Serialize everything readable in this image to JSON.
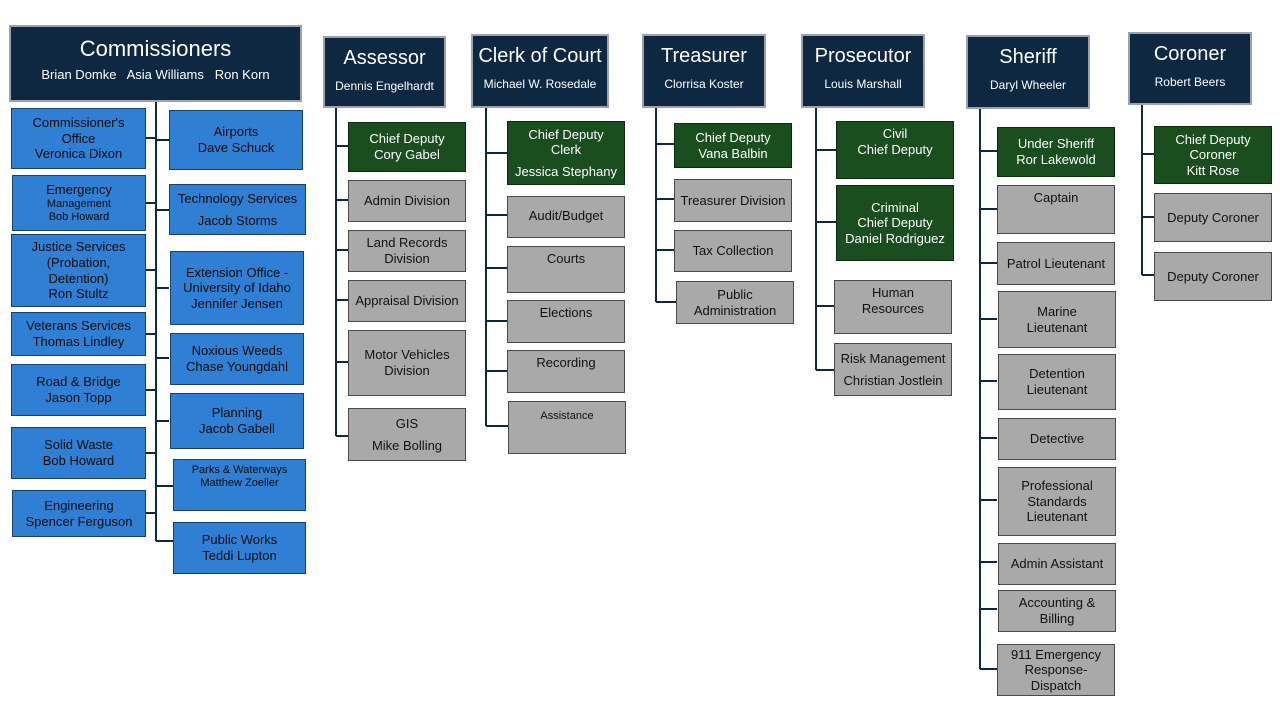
{
  "colors": {
    "header_fill": "#0e2841",
    "blue_fill": "#2f7fd4",
    "green_fill": "#1b4e1f",
    "gray_fill": "#a9a9a9",
    "connector": "#0e2841"
  },
  "commissioners": {
    "title": "Commissioners",
    "members": "Brian Domke   Asia Williams   Ron Korn",
    "left_units": [
      {
        "l1": "Commissioner's",
        "l2": "Office",
        "l3": "Veronica Dixon"
      },
      {
        "l1": "Emergency",
        "l2": "Management",
        "l3": "Bob Howard"
      },
      {
        "l1": "Justice Services",
        "l2": "(Probation,",
        "l3": "Detention)",
        "l4": "Ron Stultz"
      },
      {
        "l1": "Veterans Services",
        "l2": "Thomas Lindley"
      },
      {
        "l1": "Road & Bridge",
        "l2": "Jason Topp"
      },
      {
        "l1": "Solid Waste",
        "l2": "Bob Howard"
      },
      {
        "l1": "Engineering",
        "l2": "Spencer Ferguson"
      }
    ],
    "right_units": [
      {
        "l1": "Airports",
        "l2": "Dave Schuck"
      },
      {
        "l1": "Technology Services",
        "l2": "Jacob Storms"
      },
      {
        "l1": "Extension Office -",
        "l2": "University of Idaho",
        "l3": "Jennifer Jensen"
      },
      {
        "l1": "Noxious Weeds",
        "l2": "Chase Youngdahl"
      },
      {
        "l1": "Planning",
        "l2": "Jacob Gabell"
      },
      {
        "l1": "Parks & Waterways",
        "l2": "Matthew Zoeller"
      },
      {
        "l1": "Public Works",
        "l2": "Teddi Lupton"
      }
    ]
  },
  "assessor": {
    "title": "Assessor",
    "name": "Dennis Engelhardt",
    "chief": {
      "l1": "Chief  Deputy",
      "l2": "Cory Gabel"
    },
    "units": [
      {
        "l1": "Admin Division"
      },
      {
        "l1": "Land Records",
        "l2": "Division"
      },
      {
        "l1": "Appraisal Division"
      },
      {
        "l1": "Motor Vehicles",
        "l2": "Division"
      },
      {
        "l1": "GIS",
        "l2": "Mike Bolling"
      }
    ]
  },
  "clerk": {
    "title": "Clerk of Court",
    "name": "Michael W. Rosedale",
    "chief": {
      "l1": "Chief  Deputy",
      "l2": "Clerk",
      "l3": "Jessica Stephany"
    },
    "units": [
      {
        "l1": "Audit/Budget"
      },
      {
        "l1": "Courts"
      },
      {
        "l1": "Elections"
      },
      {
        "l1": "Recording"
      },
      {
        "l1": "Assistance"
      }
    ]
  },
  "treasurer": {
    "title": "Treasurer",
    "name": "Clorrisa Koster",
    "chief": {
      "l1": "Chief  Deputy",
      "l2": "Vana Balbin"
    },
    "units": [
      {
        "l1": "Treasurer Division"
      },
      {
        "l1": "Tax Collection"
      },
      {
        "l1": "Public",
        "l2": "Administration"
      }
    ]
  },
  "prosecutor": {
    "title": "Prosecutor",
    "name": "Louis Marshall",
    "chiefs": [
      {
        "l1": "Civil",
        "l2": "Chief Deputy"
      },
      {
        "l1": "Criminal",
        "l2": "Chief Deputy",
        "l3": "Daniel Rodriguez"
      }
    ],
    "units": [
      {
        "l1": "Human",
        "l2": "Resources"
      },
      {
        "l1": "Risk Management",
        "l2": "Christian Jostlein"
      }
    ]
  },
  "sheriff": {
    "title": "Sheriff",
    "name": "Daryl Wheeler",
    "chief": {
      "l1": "Under Sheriff",
      "l2": "Ror Lakewold"
    },
    "units": [
      {
        "l1": "Captain"
      },
      {
        "l1": "Patrol Lieutenant"
      },
      {
        "l1": "Marine",
        "l2": "Lieutenant"
      },
      {
        "l1": "Detention",
        "l2": "Lieutenant"
      },
      {
        "l1": "Detective"
      },
      {
        "l1": "Professional",
        "l2": "Standards",
        "l3": "Lieutenant"
      },
      {
        "l1": "Admin Assistant"
      },
      {
        "l1": "Accounting &",
        "l2": "Billing"
      },
      {
        "l1": "911 Emergency",
        "l2": "Response-",
        "l3": "Dispatch"
      }
    ]
  },
  "coroner": {
    "title": "Coroner",
    "name": "Robert Beers",
    "chief": {
      "l1": "Chief Deputy",
      "l2": "Coroner",
      "l3": "Kitt Rose"
    },
    "units": [
      {
        "l1": "Deputy Coroner"
      },
      {
        "l1": "Deputy Coroner"
      }
    ]
  }
}
